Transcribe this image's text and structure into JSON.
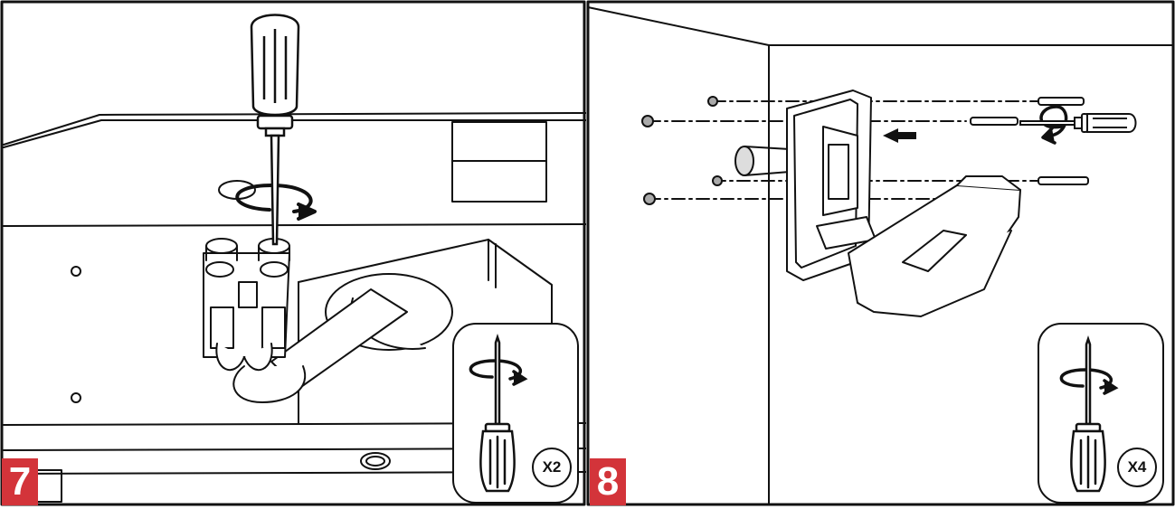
{
  "colors": {
    "badge": "#d3343a",
    "line": "#111111",
    "surface": "#f4f4f4"
  },
  "step7": {
    "number": "7",
    "tool_icon": "screwdriver-icon",
    "rotation_icon": "rotate-clockwise-icon",
    "quantity": "X2"
  },
  "step8": {
    "number": "8",
    "tool_icon": "screwdriver-icon",
    "rotation_icon": "rotate-clockwise-icon",
    "direction_icon": "arrow-left-icon",
    "quantity": "X4"
  }
}
